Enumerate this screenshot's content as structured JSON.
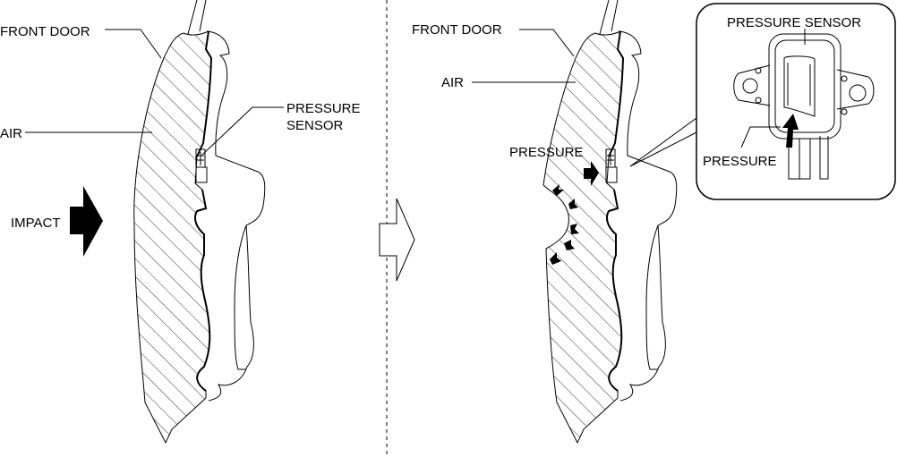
{
  "left_panel": {
    "front_door_label": "FRONT DOOR",
    "air_label": "AIR",
    "pressure_sensor_label_line1": "PRESSURE",
    "pressure_sensor_label_line2": "SENSOR",
    "impact_label": "IMPACT"
  },
  "right_panel": {
    "front_door_label": "FRONT DOOR",
    "air_label": "AIR",
    "pressure_label": "PRESSURE"
  },
  "inset": {
    "pressure_sensor_label": "PRESSURE SENSOR",
    "pressure_label": "PRESSURE"
  },
  "colors": {
    "line": "#000000",
    "background": "#ffffff"
  }
}
